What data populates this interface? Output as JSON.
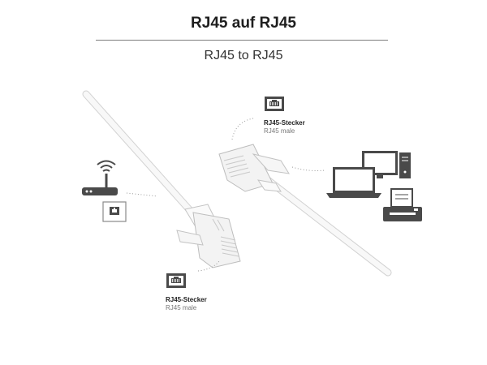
{
  "header": {
    "title": "RJ45 auf RJ45",
    "subtitle": "RJ45 to RJ45"
  },
  "labels": {
    "top": {
      "name": "RJ45-Stecker",
      "desc": "RJ45 male"
    },
    "bottom": {
      "name": "RJ45-Stecker",
      "desc": "RJ45 male"
    }
  },
  "icons": {
    "left_devices": [
      "router-icon",
      "wall-socket-icon"
    ],
    "right_devices": [
      "desktop-computer-icon",
      "laptop-icon",
      "printer-icon"
    ],
    "connector_badges": [
      "rj45-port-icon",
      "rj45-port-icon"
    ]
  },
  "colors": {
    "icon_dark": "#4a4a4a",
    "cable": "#f7f7f7",
    "outline": "#bdbdbd",
    "dotted": "#9a9a9a"
  }
}
